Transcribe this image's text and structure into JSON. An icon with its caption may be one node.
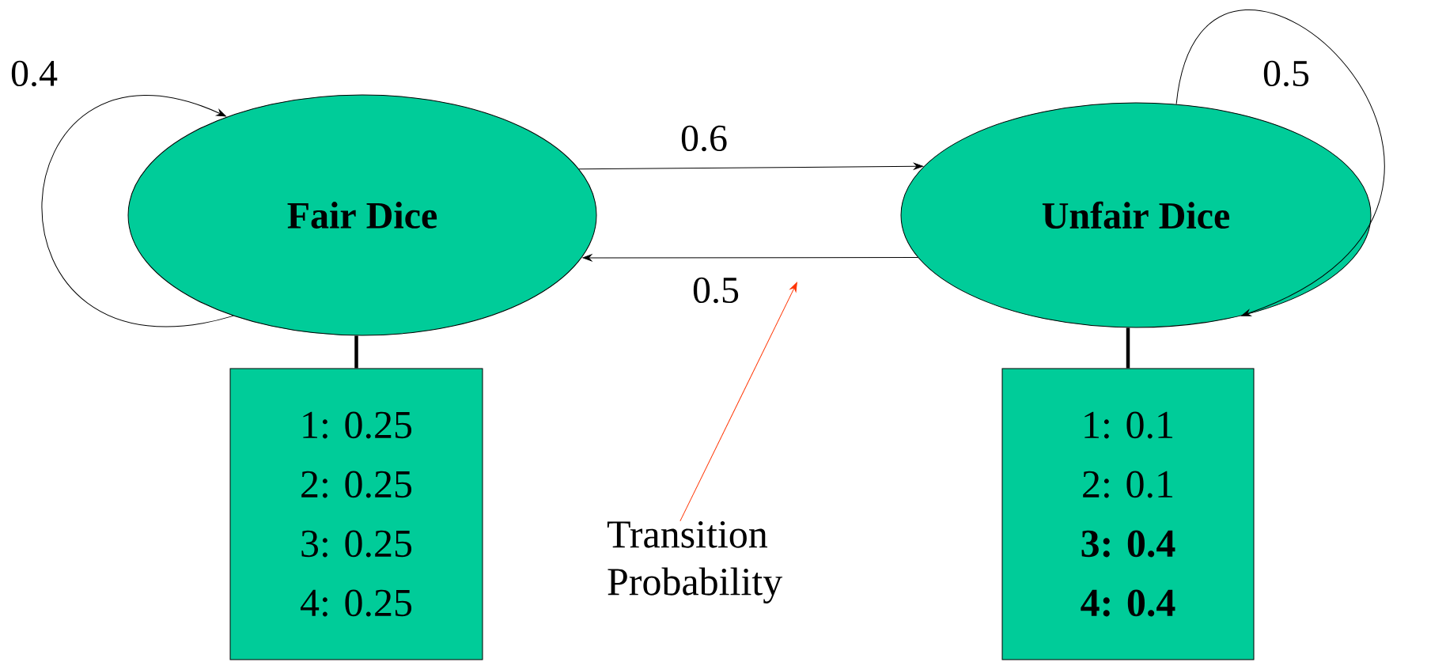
{
  "diagram": {
    "nodes": [
      {
        "text": [
          "Fair Dice"
        ]
      },
      {
        "text": [
          "Unfair Dice"
        ]
      },
      {
        "text": [
          "1: 0.25",
          "2: 0.25",
          "3: 0.25",
          "4: 0.25"
        ]
      },
      {
        "text": [
          "1: 0.1",
          "2: 0.1",
          "3: 0.4",
          "4: 0.4"
        ]
      },
      {
        "text": [
          "Transition Probability"
        ]
      }
    ],
    "edges": [
      {
        "from": 0,
        "to": 0,
        "arrow": "to",
        "label": "0.4"
      },
      {
        "from": 0,
        "to": 1,
        "arrow": "to",
        "label": "0.6"
      },
      {
        "from": 1,
        "to": 0,
        "arrow": "to",
        "label": "0.5"
      },
      {
        "from": 1,
        "to": 1,
        "arrow": "to",
        "label": "0.5"
      },
      {
        "from": 0,
        "to": 2,
        "arrow": "none",
        "style": "thick"
      },
      {
        "from": 1,
        "to": 3,
        "arrow": "none",
        "style": "thick"
      },
      {
        "from": 4,
        "to": null,
        "arrow": "to",
        "color": "#ff3300"
      }
    ]
  }
}
